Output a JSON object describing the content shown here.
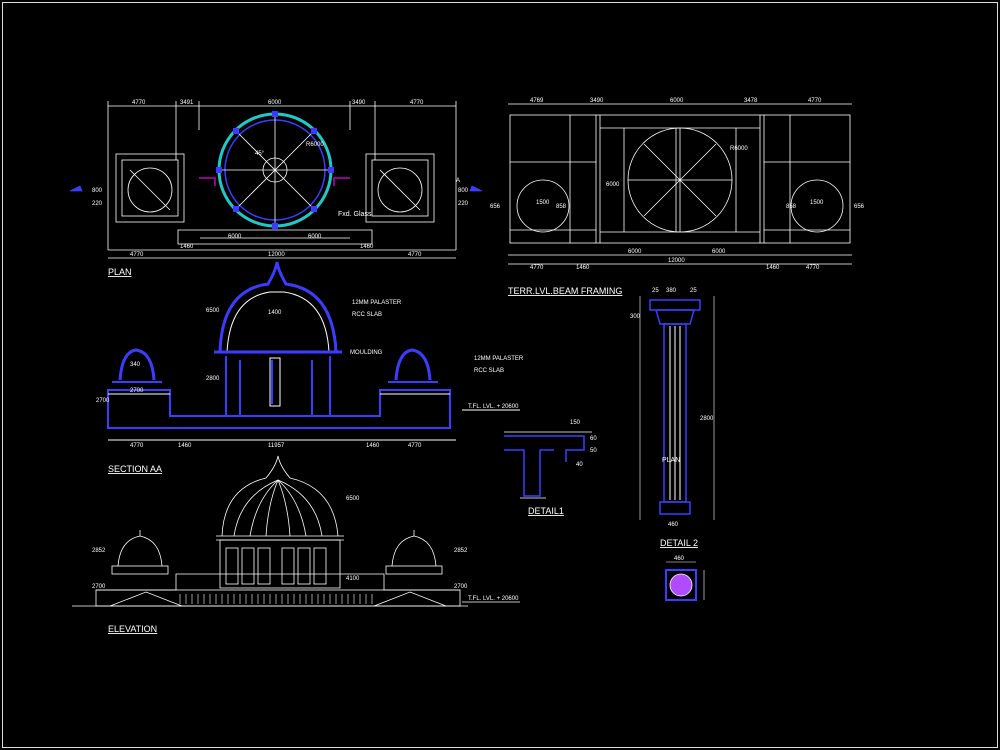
{
  "titles": {
    "plan": "PLAN",
    "framing": "TERR.LVL.BEAM FRAMING",
    "section": "SECTION AA",
    "detail1": "DETAIL1",
    "detail2": "DETAIL 2",
    "elevation": "ELEVATION"
  },
  "plan": {
    "top_dims": [
      "4770",
      "3491",
      "6000",
      "3490",
      "4770"
    ],
    "bottom_dims": [
      "1460",
      "6000",
      "6000",
      "1460"
    ],
    "total_dim": "12000",
    "side_dims": [
      "4770",
      "4770"
    ],
    "glass_label": "Fxd. Glass",
    "radius_label": "R6000",
    "angle_label": "45°",
    "small_dims": [
      "220",
      "220",
      "800",
      "800"
    ],
    "section_mark": "A"
  },
  "framing": {
    "top_dims": [
      "4769",
      "3490",
      "6000",
      "3478",
      "4770"
    ],
    "bottom_dims": [
      "4770",
      "1460",
      "6000",
      "6000",
      "1460",
      "4770"
    ],
    "total_dim": "12000",
    "center_dim": "6000",
    "radius_label": "R6000",
    "small_dims": [
      "656",
      "656",
      "858",
      "858"
    ],
    "circle_dims": [
      "1500",
      "1500"
    ]
  },
  "section": {
    "labels": [
      "12MM PALASTER",
      "RCC SLAB",
      "MOULDING",
      "12MM PALASTER",
      "RCC SLAB"
    ],
    "level_label": "T.FL. LVL. + 20600",
    "bottom_dims": [
      "4770",
      "1460",
      "11957",
      "1460",
      "4770"
    ],
    "dome_dims": [
      "6500",
      "1400",
      "2800",
      "2700",
      "340",
      "2700"
    ]
  },
  "detail1": {
    "dims": [
      "150",
      "60",
      "50",
      "40"
    ]
  },
  "detail2": {
    "dims": [
      "25",
      "380",
      "25",
      "300",
      "2800",
      "460"
    ],
    "plan_label": "PLAN",
    "plan_dim": "460"
  },
  "elevation": {
    "level_label": "T.FL. LVL. + 20600",
    "dims": [
      "6500",
      "2852",
      "2700",
      "4100",
      "2852",
      "2700"
    ]
  },
  "colors": {
    "background": "#000000",
    "line_white": "#ffffff",
    "line_blue": "#3c3cff",
    "line_cyan": "#20c8c8",
    "line_magenta": "#c000c0",
    "fill_purple": "#b04cff"
  }
}
